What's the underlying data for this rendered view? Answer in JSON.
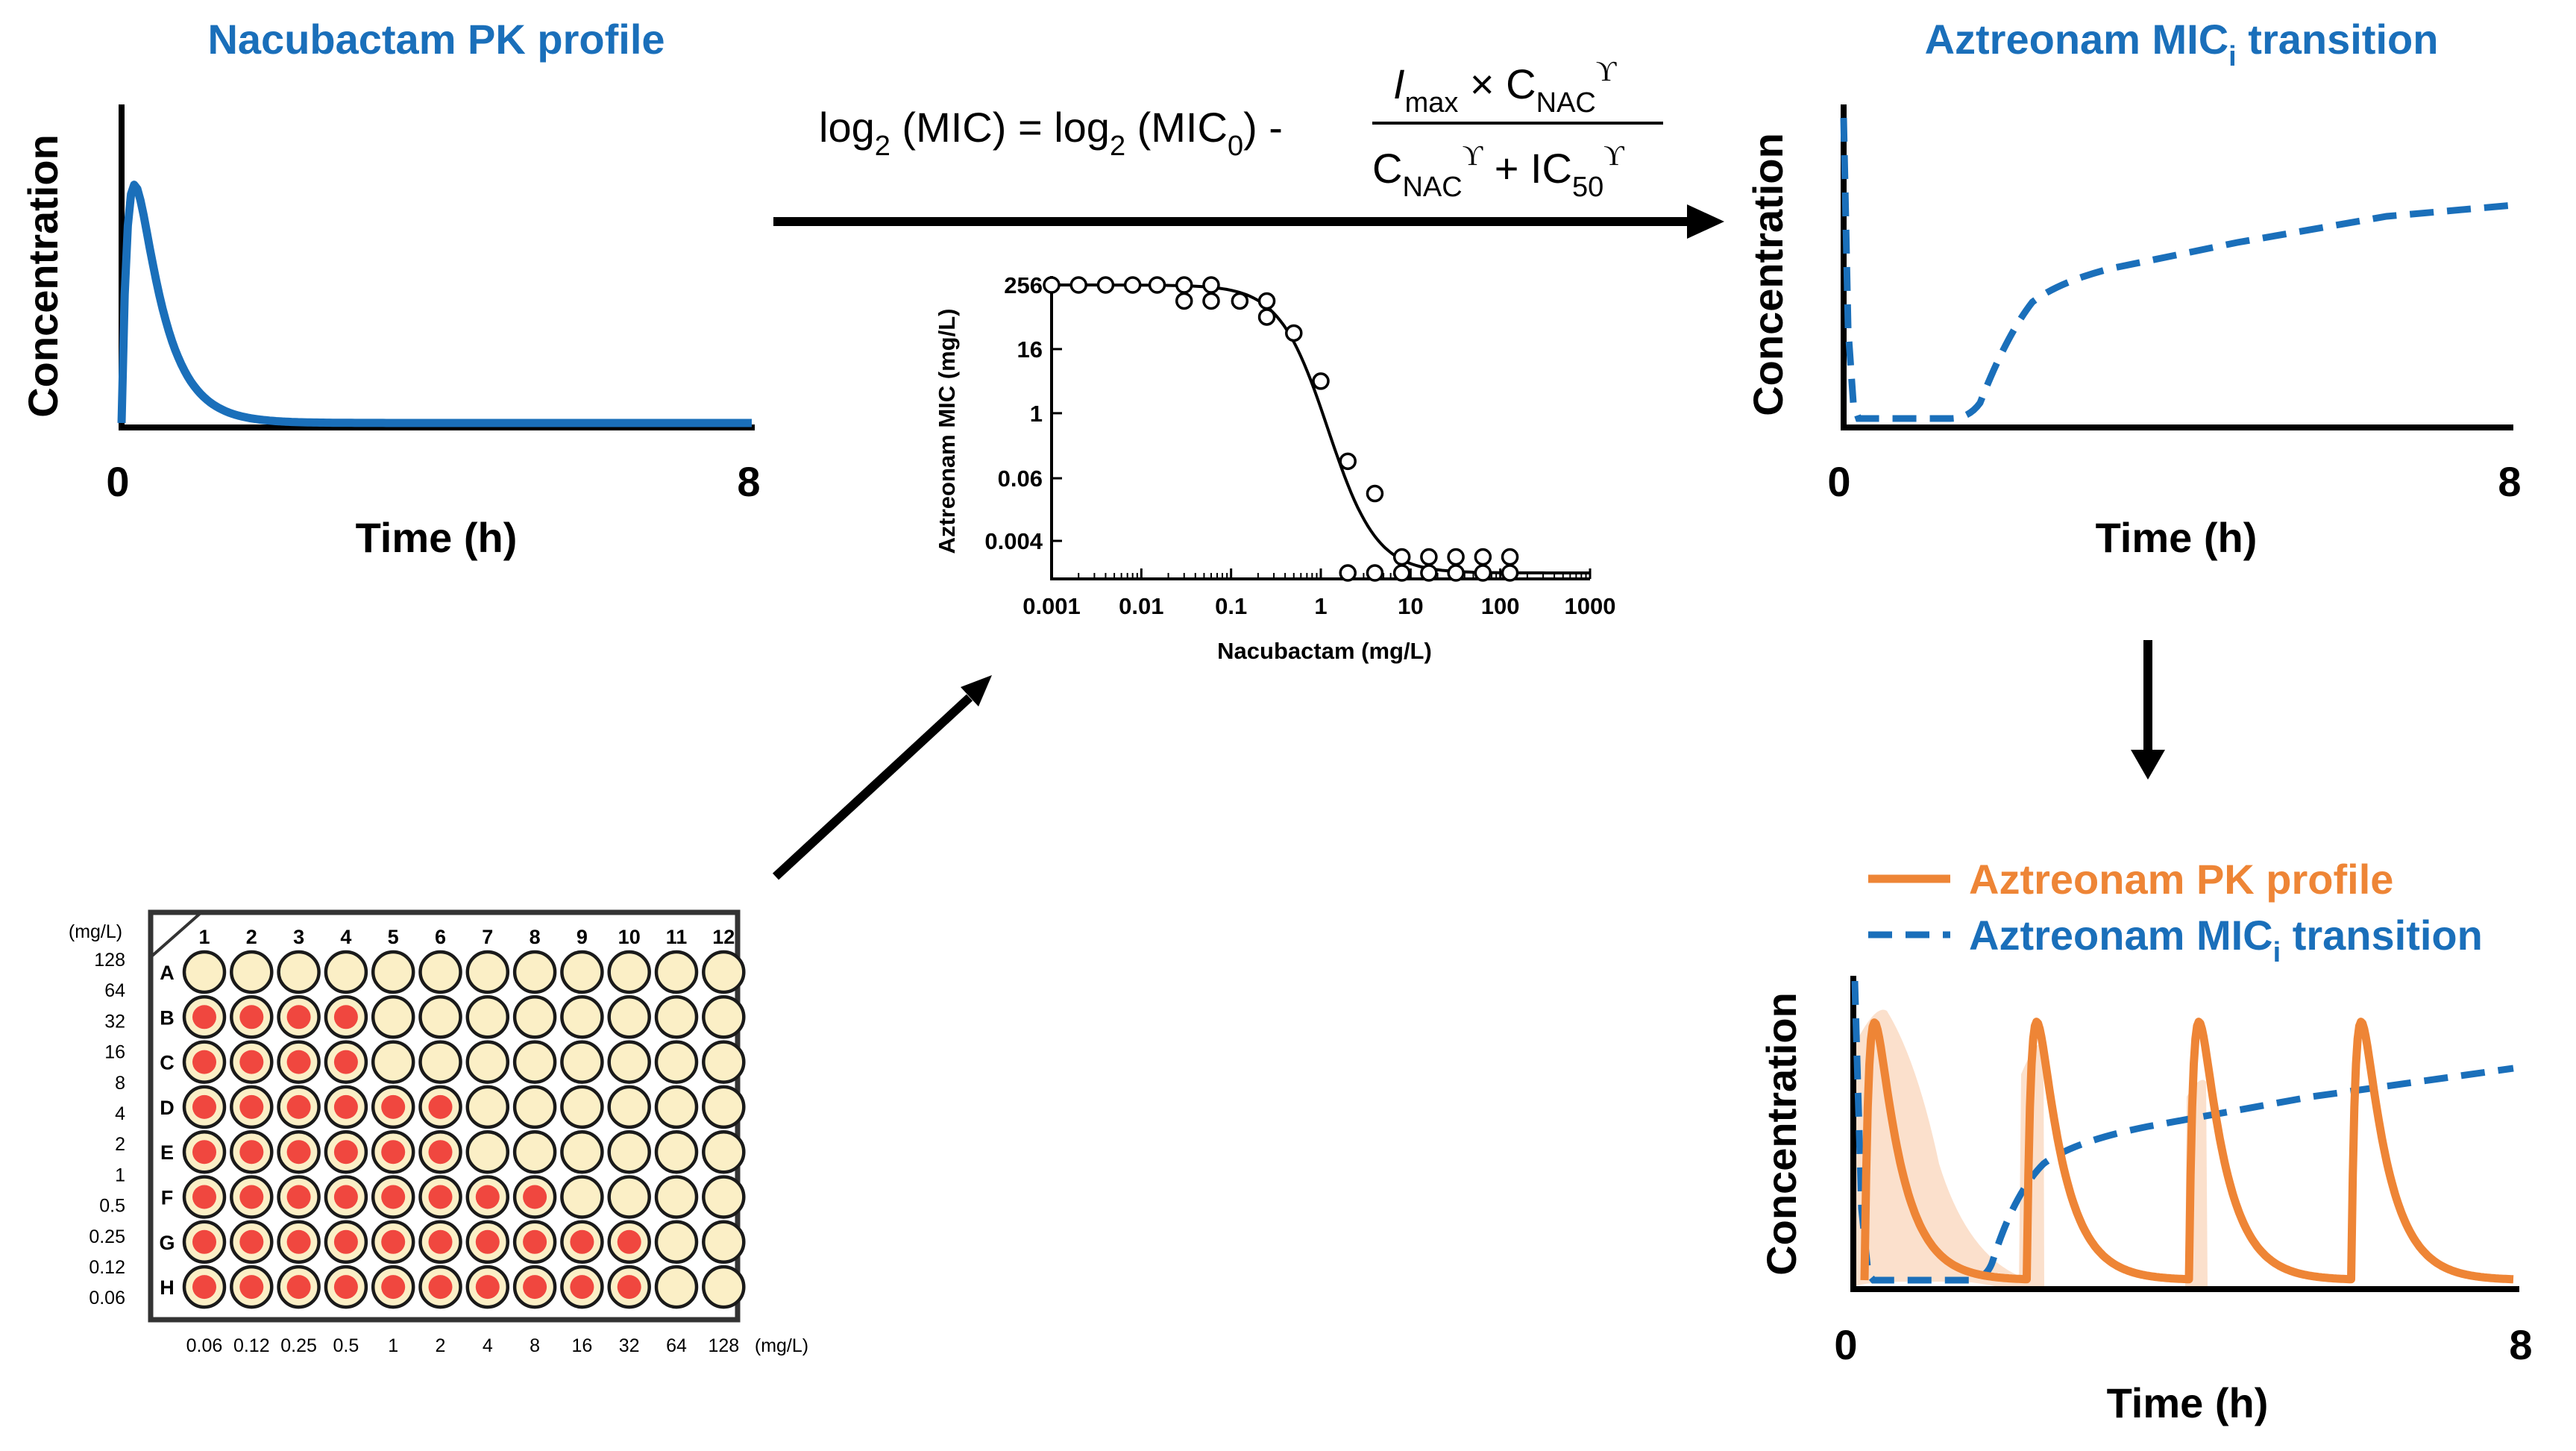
{
  "colors": {
    "blue": "#1a6fba",
    "orange": "#ee8536",
    "orange_fill": "#fbe0cc",
    "well_fill": "#fbefc6",
    "red_dot": "#f0473f",
    "black": "#000000"
  },
  "panel_nac": {
    "title": "Nacubactam PK profile",
    "y_label": "Concentration",
    "x_label": "Time (h)",
    "x_ticks": [
      "0",
      "8"
    ]
  },
  "panel_mic": {
    "title_main": "Aztreonam MIC",
    "title_sub": "i",
    "title_tail": " transition",
    "y_label": "Concentration",
    "x_label": "Time (h)",
    "x_ticks": [
      "0",
      "8"
    ]
  },
  "panel_combo": {
    "legend": [
      {
        "text": "Aztreonam PK profile",
        "sub": "",
        "tail": "",
        "style": "solid"
      },
      {
        "text": "Aztreonam MIC",
        "sub": "i",
        "tail": " transition",
        "style": "dashed"
      }
    ],
    "y_label": "Concentration",
    "x_label": "Time (h)",
    "x_ticks": [
      "0",
      "8"
    ]
  },
  "equation": {
    "lhs_log": "log",
    "lhs_base": "2",
    "lhs_arg": " (MIC) = log",
    "rhs_base": "2",
    "rhs_arg": " (MIC",
    "rhs_arg_sub": "0",
    "rhs_arg_close": ") -",
    "num_i": "I",
    "num_i_sub": "max",
    "num_times": " × C",
    "num_c_sub": "NAC",
    "gamma": "ϒ",
    "den_c": "C",
    "den_c_sub": "NAC",
    "den_plus": " + IC",
    "den_ic_sub": "50"
  },
  "plate": {
    "unit": "(mg/L)",
    "columns": [
      "1",
      "2",
      "3",
      "4",
      "5",
      "6",
      "7",
      "8",
      "9",
      "10",
      "11",
      "12"
    ],
    "rows": [
      "A",
      "B",
      "C",
      "D",
      "E",
      "F",
      "G",
      "H"
    ],
    "row_conc_labels": [
      "128",
      "64",
      "32",
      "16",
      "8",
      "4",
      "2",
      "1",
      "0.5",
      "0.25",
      "0.12",
      "0.06"
    ],
    "col_conc_labels": [
      "0.06",
      "0.12",
      "0.25",
      "0.5",
      "1",
      "2",
      "4",
      "8",
      "16",
      "32",
      "64",
      "128"
    ],
    "growth_counts": [
      0,
      4,
      4,
      6,
      6,
      8,
      10,
      10
    ]
  },
  "chart_data": [
    {
      "type": "scatter",
      "xlabel": "Nacubactam (mg/L)",
      "ylabel": "Aztreonam MIC (mg/L)",
      "x_scale": "log10",
      "y_scale": "log2",
      "xlim": [
        0.001,
        1000
      ],
      "ylim": [
        0.001,
        256
      ],
      "x_ticks": [
        "0.001",
        "0.01",
        "0.1",
        "1",
        "10",
        "100",
        "1000"
      ],
      "y_ticks": [
        "256",
        "16",
        "1",
        "0.06",
        "0.004"
      ],
      "points": [
        {
          "x": 0.001,
          "y": 256
        },
        {
          "x": 0.002,
          "y": 256
        },
        {
          "x": 0.004,
          "y": 256
        },
        {
          "x": 0.008,
          "y": 256
        },
        {
          "x": 0.015,
          "y": 256
        },
        {
          "x": 0.03,
          "y": 256
        },
        {
          "x": 0.06,
          "y": 256
        },
        {
          "x": 0.03,
          "y": 128
        },
        {
          "x": 0.06,
          "y": 128
        },
        {
          "x": 0.125,
          "y": 128
        },
        {
          "x": 0.25,
          "y": 128
        },
        {
          "x": 0.25,
          "y": 64
        },
        {
          "x": 0.5,
          "y": 32
        },
        {
          "x": 1,
          "y": 4
        },
        {
          "x": 2,
          "y": 0.125
        },
        {
          "x": 4,
          "y": 0.031
        },
        {
          "x": 8,
          "y": 0.002
        },
        {
          "x": 16,
          "y": 0.002
        },
        {
          "x": 32,
          "y": 0.002
        },
        {
          "x": 64,
          "y": 0.002
        },
        {
          "x": 128,
          "y": 0.002
        },
        {
          "x": 2,
          "y": 0.001
        },
        {
          "x": 4,
          "y": 0.001
        },
        {
          "x": 8,
          "y": 0.001
        },
        {
          "x": 16,
          "y": 0.001
        },
        {
          "x": 32,
          "y": 0.001
        },
        {
          "x": 64,
          "y": 0.001
        },
        {
          "x": 128,
          "y": 0.001
        }
      ],
      "fit_curve": {
        "ymax": 256,
        "ymin": 0.001,
        "ic50": 1.2,
        "hill": 1.6
      }
    }
  ]
}
